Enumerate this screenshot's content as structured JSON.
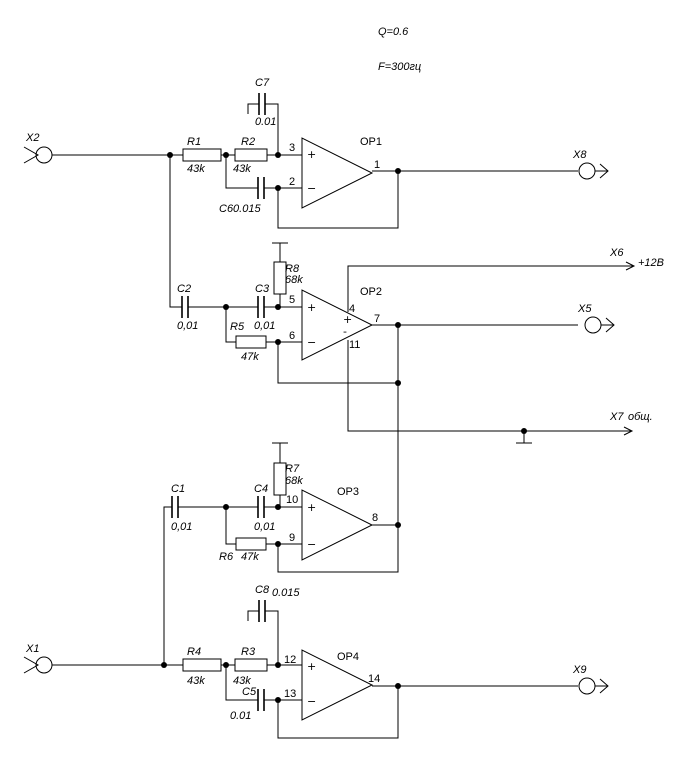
{
  "header": {
    "q": "Q=0.6",
    "f": "F=300гц"
  },
  "connectors": {
    "x2": "X2",
    "x1": "X1",
    "x8": "X8",
    "x5": "X5",
    "x9": "X9",
    "x6": "X6",
    "x7": "X7",
    "plus12": "+12В",
    "gnd": "общ."
  },
  "opamps": {
    "op1": "OP1",
    "op2": "OP2",
    "op3": "OP3",
    "op4": "OP4"
  },
  "pins": {
    "p1": "1",
    "p2": "2",
    "p3": "3",
    "p4": "4",
    "p5": "5",
    "p6": "6",
    "p7": "7",
    "p8": "8",
    "p9": "9",
    "p10": "10",
    "p11": "11",
    "p12": "12",
    "p13": "13",
    "p14": "14"
  },
  "components": {
    "r1": "R1",
    "r1v": "43k",
    "r2": "R2",
    "r2v": "43k",
    "r3": "R3",
    "r3v": "43k",
    "r4": "R4",
    "r4v": "43k",
    "r5": "R5",
    "r5v": "47k",
    "r6": "R6",
    "r6v": "47k",
    "r7": "R7",
    "r7v": "68k",
    "r8": "R8",
    "r8v": "68k",
    "c1": "C1",
    "c1v": "0,01",
    "c2": "C2",
    "c2v": "0,01",
    "c3": "C3",
    "c3v": "0,01",
    "c4": "C4",
    "c4v": "0,01",
    "c5": "C5",
    "c5v": "0.01",
    "c6": "C60.015",
    "c7": "C7",
    "c7v": "0.01",
    "c8": "C8",
    "c8v": "0.015"
  }
}
